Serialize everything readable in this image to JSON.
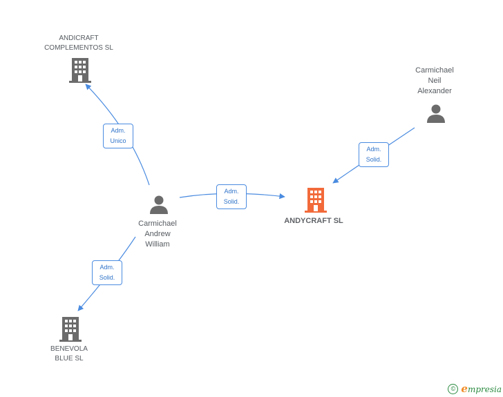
{
  "nodes": {
    "andicraft": {
      "label_lines": [
        "ANDICRAFT",
        "COMPLEMENTOS SL"
      ],
      "kind": "company"
    },
    "andycraft": {
      "label_lines": [
        "ANDYCRAFT SL"
      ],
      "kind": "company-main"
    },
    "benevola": {
      "label_lines": [
        "BENEVOLA",
        "BLUE SL"
      ],
      "kind": "company"
    },
    "carmichael_andrew": {
      "label_lines": [
        "Carmichael",
        "Andrew",
        "William"
      ],
      "kind": "person"
    },
    "carmichael_neil": {
      "label_lines": [
        "Carmichael",
        "Neil",
        "Alexander"
      ],
      "kind": "person"
    }
  },
  "edges": [
    {
      "from": "carmichael_andrew",
      "to": "andicraft",
      "label_lines": [
        "Adm.",
        "Unico"
      ]
    },
    {
      "from": "carmichael_andrew",
      "to": "andycraft",
      "label_lines": [
        "Adm.",
        "Solid."
      ]
    },
    {
      "from": "carmichael_neil",
      "to": "andycraft",
      "label_lines": [
        "Adm.",
        "Solid."
      ]
    },
    {
      "from": "carmichael_andrew",
      "to": "benevola",
      "label_lines": [
        "Adm.",
        "Solid."
      ]
    }
  ],
  "colors": {
    "edge": "#4a8be0",
    "company_icon": "#6b6b6b",
    "main_company_icon": "#f26a3a",
    "person_icon": "#6b6b6b"
  },
  "footer": {
    "copyright_symbol": "©",
    "brand_initial": "e",
    "brand_rest": "mpresia"
  }
}
